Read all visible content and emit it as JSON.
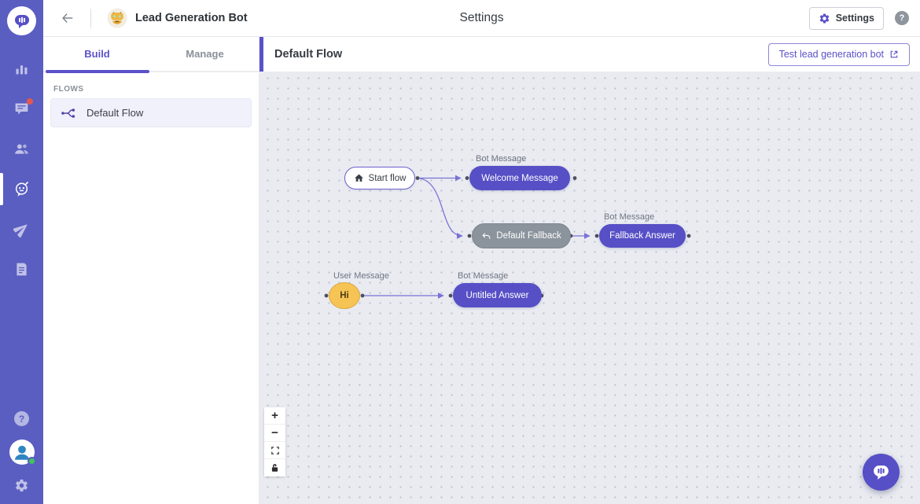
{
  "colors": {
    "accent": "#5b51c8",
    "sidebar_bg": "#5a5ec1",
    "bot_node": "#564fc6",
    "fallback_node": "#8b939c",
    "user_node": "#f6c355",
    "canvas_bg": "#e9ebf1",
    "edge": "#7a72d6",
    "notification_dot": "#e8554d",
    "online_dot": "#3ec65a"
  },
  "header": {
    "bot_name": "Lead Generation Bot",
    "page_title": "Settings",
    "settings_button": "Settings",
    "help_glyph": "?"
  },
  "sidebar": {
    "items": [
      {
        "icon": "analytics-icon"
      },
      {
        "icon": "conversations-icon",
        "badge": true
      },
      {
        "icon": "contacts-icon"
      },
      {
        "icon": "bot-builder-icon",
        "active": true
      },
      {
        "icon": "deploy-icon"
      },
      {
        "icon": "docs-icon"
      }
    ],
    "footer": [
      {
        "icon": "help-icon",
        "glyph": "?"
      },
      {
        "icon": "account-avatar",
        "status": "online"
      },
      {
        "icon": "gear-icon"
      }
    ]
  },
  "panel": {
    "tabs": [
      {
        "label": "Build",
        "active": true
      },
      {
        "label": "Manage",
        "active": false
      }
    ],
    "section_label": "FLOWS",
    "flows": [
      {
        "label": "Default Flow",
        "selected": true
      }
    ]
  },
  "canvas": {
    "title": "Default Flow",
    "test_button": "Test lead generation bot",
    "nodes": [
      {
        "type": "start",
        "label": "Start flow"
      },
      {
        "type": "bot",
        "category": "Bot Message",
        "label": "Welcome Message"
      },
      {
        "type": "fallback",
        "label": "Default Fallback"
      },
      {
        "type": "bot",
        "category": "Bot Message",
        "label": "Fallback Answer"
      },
      {
        "type": "user",
        "category": "User Message",
        "label": "Hi"
      },
      {
        "type": "bot",
        "category": "Bot Message",
        "label": "Untitled Answer"
      }
    ],
    "edges": [
      {
        "from": "Start flow",
        "to": "Welcome Message"
      },
      {
        "from": "Start flow",
        "to": "Default Fallback"
      },
      {
        "from": "Default Fallback",
        "to": "Fallback Answer"
      },
      {
        "from": "Hi",
        "to": "Untitled Answer"
      }
    ],
    "controls": {
      "zoom_in": "+",
      "zoom_out": "−"
    }
  }
}
